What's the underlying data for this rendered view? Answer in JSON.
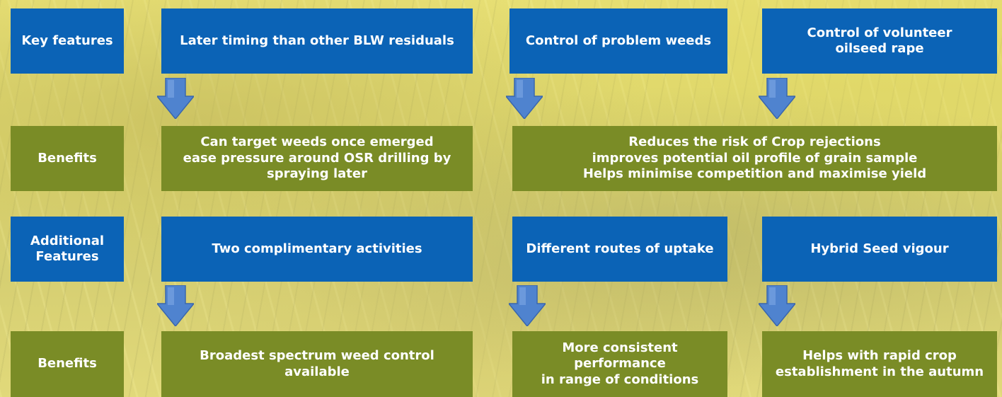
{
  "colors": {
    "feature_box": "#0b63b6",
    "benefit_box": "#7a8c26",
    "arrow": "#4f83cf",
    "background": "#e2db74"
  },
  "rows": [
    {
      "label": "Key features",
      "kind": "features",
      "items": [
        "Later timing than other BLW residuals",
        "Control of problem weeds",
        "Control of volunteer\noilseed rape"
      ]
    },
    {
      "label": "Benefits",
      "kind": "benefits",
      "items": [
        "Can target weeds once emerged\nease pressure around OSR drilling by\nspraying later",
        "Reduces the risk of Crop rejections\nimproves potential oil profile of grain sample\nHelps minimise competition and maximise yield"
      ]
    },
    {
      "label": "Additional\nFeatures",
      "kind": "features",
      "items": [
        "Two complimentary activities",
        "Different routes of uptake",
        "Hybrid Seed vigour"
      ]
    },
    {
      "label": "Benefits",
      "kind": "benefits",
      "items": [
        "Broadest spectrum weed control\navailable",
        "More consistent\nperformance\nin range of conditions",
        "Helps with rapid crop\nestablishment in the autumn"
      ]
    }
  ],
  "arrows": [
    {
      "icon": "down-arrow-icon"
    },
    {
      "icon": "down-arrow-icon"
    },
    {
      "icon": "down-arrow-icon"
    },
    {
      "icon": "down-arrow-icon"
    },
    {
      "icon": "down-arrow-icon"
    },
    {
      "icon": "down-arrow-icon"
    }
  ]
}
